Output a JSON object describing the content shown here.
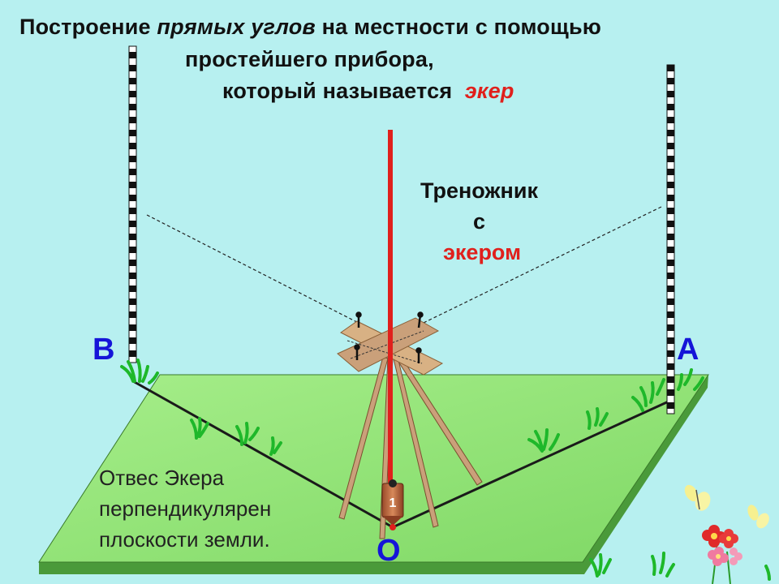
{
  "title": {
    "line1_prefix": "Построение ",
    "line1_italic": "прямых углов",
    "line1_suffix": " на местности с помощью",
    "line2": "простейшего прибора,",
    "line3_prefix": "который называется  ",
    "line3_red": "экер"
  },
  "tripod_label": {
    "line1": "Треножник",
    "line2": "с",
    "line3": "экером"
  },
  "points": {
    "B": "В",
    "A": "А",
    "O": "О"
  },
  "plumb_number": "1",
  "note": {
    "line1": "Отвес Экера",
    "line2": "перпендикулярен",
    "line3": "плоскости земли."
  },
  "colors": {
    "background": "#b7f0f0",
    "ground": "#8be06e",
    "accent_red": "#e0201c",
    "point_blue": "#1515d8",
    "wood": "#caa07a"
  }
}
